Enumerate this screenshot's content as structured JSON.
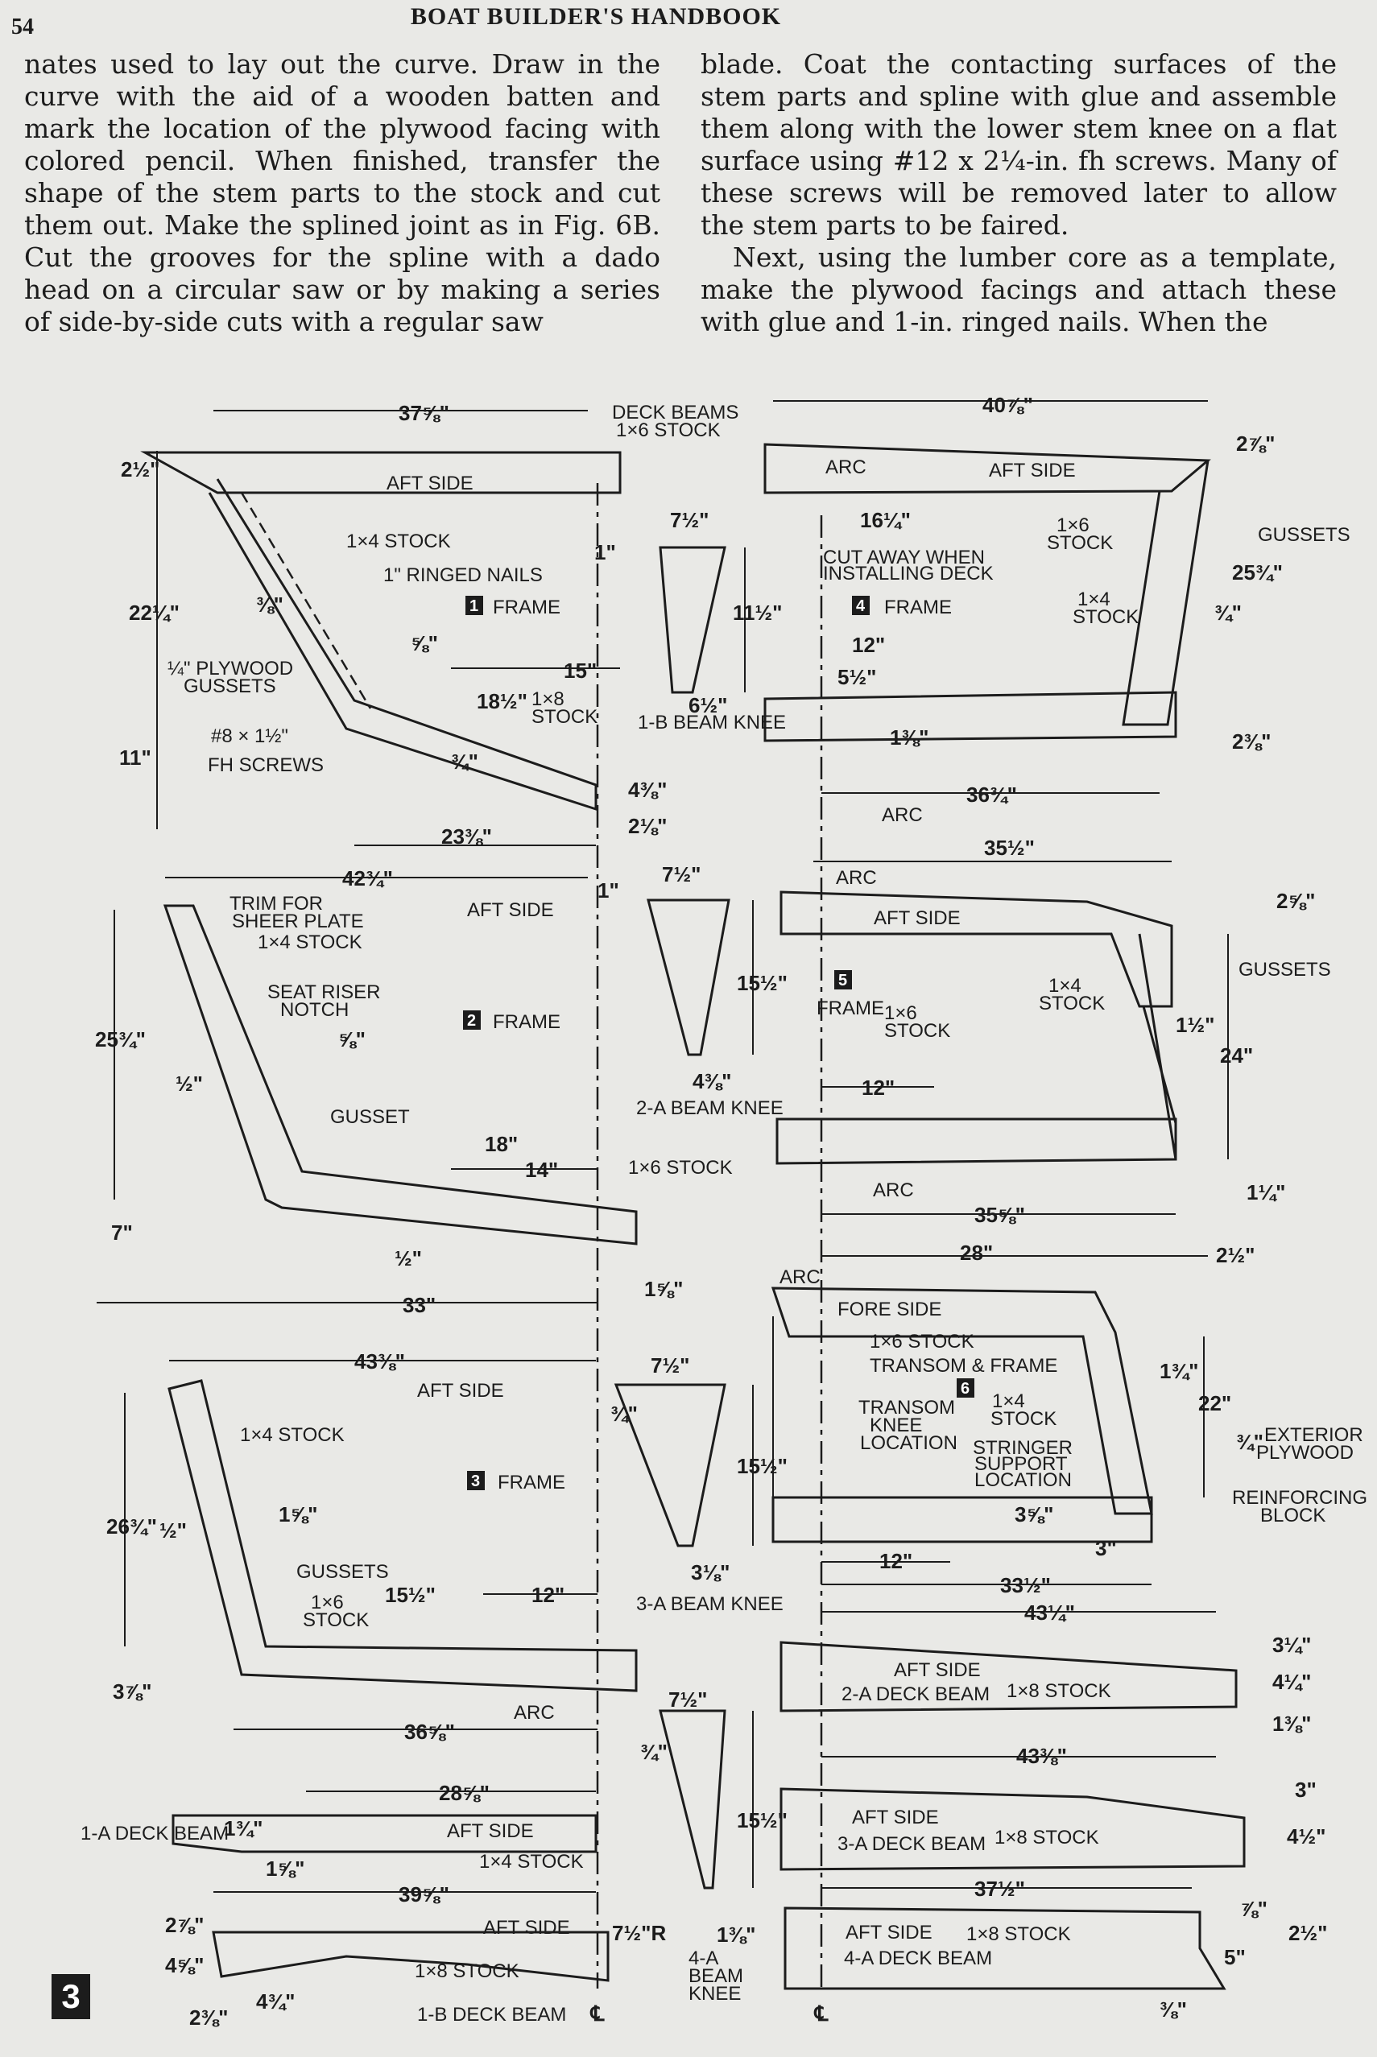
{
  "header": {
    "page_number": "54",
    "running_head": "BOAT BUILDER'S HANDBOOK"
  },
  "text": {
    "left_column": "nates used to lay out the curve. Draw in the curve with the aid of a wooden batten and mark the location of the plywood facing with colored pencil. When finished, transfer the shape of the stem parts to the stock and cut them out. Make the splined joint as in Fig. 6B. Cut the grooves for the spline with a dado head on a circular saw or by making a series of side-by-side cuts with a regular saw",
    "right_column_p1": "blade. Coat the contacting surfaces of the stem parts and spline with glue and assemble them along with the lower stem knee on a flat surface using #12 x 2¼-in. fh screws. Many of these screws will be removed later to allow the stem parts to be faired.",
    "right_column_p2": "Next, using the lumber core as a template, make the plywood facings and attach these with glue and 1-in. ringed nails. When the"
  },
  "figure": {
    "number": "3",
    "frames": {
      "f1": {
        "badge": "1",
        "title": "FRAME",
        "aft": "AFT SIDE",
        "deck": "DECK BEAMS",
        "deck2": "1×6 STOCK",
        "stock": "1×4 STOCK",
        "nails": "1\" RINGED NAILS",
        "gus1": "¼\" PLYWOOD",
        "gus2": "GUSSETS",
        "scr1": "#8 × 1½\"",
        "scr2": "FH SCREWS",
        "s18": "1×8",
        "s18b": "STOCK",
        "d_top": "37⅝\"",
        "d_side": "2½\"",
        "d_h": "22¼\"",
        "d_lo": "11\"",
        "d_15": "15\"",
        "d_185": "18½\"",
        "d_238": "23⅜\"",
        "d_438": "4⅜\"",
        "d_38": "⅜\"",
        "d_58": "⅝\"",
        "d_34": "¾\"",
        "d_2": "2⅛\""
      },
      "f2": {
        "badge": "2",
        "title": "FRAME",
        "aft": "AFT SIDE",
        "trim1": "TRIM FOR",
        "trim2": "SHEER PLATE",
        "stock": "1×4 STOCK",
        "seat1": "SEAT RISER",
        "seat2": "NOTCH",
        "gusset": "GUSSET",
        "s16": "1×6 STOCK",
        "d_top": "42¾\"",
        "d_h": "25¾\"",
        "d_half": "½\"",
        "d_58": "⅝\"",
        "d_18": "18\"",
        "d_14": "14\"",
        "d_7": "7\"",
        "d_33": "33\"",
        "d_158": "1⅝\""
      },
      "f3": {
        "badge": "3",
        "title": "FRAME",
        "aft": "AFT SIDE",
        "stock": "1×4 STOCK",
        "gussets": "GUSSETS",
        "s16a": "1×6",
        "s16b": "STOCK",
        "arc": "ARC",
        "d_top": "43⅜\"",
        "d_h": "26¾\"",
        "d_half": "½\"",
        "d_158": "1⅝\"",
        "d_155": "15½\"",
        "d_12": "12\"",
        "d_378": "3⅞\"",
        "d_3658": "36⅝\""
      },
      "f4": {
        "badge": "4",
        "title": "FRAME",
        "arc": "ARC",
        "aft": "AFT SIDE",
        "cut1": "CUT AWAY WHEN",
        "cut2": "INSTALLING DECK",
        "s16a": "1×6",
        "s16b": "STOCK",
        "s14a": "1×4",
        "s14b": "STOCK",
        "gussets": "GUSSETS",
        "d_top": "40⅞\"",
        "d_278": "2⅞\"",
        "d_16": "16¼\"",
        "d_12": "12\"",
        "d_55": "5½\"",
        "d_138": "1⅜\"",
        "d_2534": "25¾\"",
        "d_34": "¾\"",
        "d_238": "2⅜\"",
        "d_3634": "36¾\""
      },
      "f5": {
        "badge": "5",
        "title": "FRAME",
        "arc": "ARC",
        "aft": "AFT SIDE",
        "s16a": "1×6",
        "s16b": "STOCK",
        "s14a": "1×4",
        "s14b": "STOCK",
        "gussets": "GUSSETS",
        "d_top": "35½\"",
        "d_258": "2⅝\"",
        "d_15": "1½\"",
        "d_24": "24\"",
        "d_12": "12\"",
        "d_358": "35⅝\"",
        "d_114": "1¼\""
      },
      "f6": {
        "badge": "6",
        "title": "TRANSOM & FRAME",
        "arc": "ARC",
        "fore": "FORE SIDE",
        "s16": "1×6 STOCK",
        "tk1": "TRANSOM",
        "tk2": "KNEE",
        "tk3": "LOCATION",
        "ss1": "STRINGER",
        "ss2": "SUPPORT",
        "ss3": "LOCATION",
        "s14a": "1×4",
        "s14b": "STOCK",
        "ext1": "EXTERIOR",
        "ext2": "PLYWOOD",
        "rb1": "REINFORCING",
        "rb2": "BLOCK",
        "d_28": "28\"",
        "d_212": "2½\"",
        "d_134": "1¾\"",
        "d_22": "22\"",
        "d_34": "¾\"",
        "d_12": "12\"",
        "d_358": "3⅝\"",
        "d_3": "3\"",
        "d_3312": "33½\""
      }
    },
    "knees": {
      "k1b": {
        "title": "1-B BEAM KNEE",
        "d_w": "7½\"",
        "d_h": "11½\"",
        "d_b": "6½\"",
        "d_1": "1\""
      },
      "k2a": {
        "title": "2-A BEAM KNEE",
        "d_w": "7½\"",
        "d_h": "15½\"",
        "d_b": "4⅜\"",
        "d_1": "1\""
      },
      "k3a": {
        "title": "3-A BEAM KNEE",
        "d_w": "7½\"",
        "d_h": "15½\"",
        "d_b": "3⅛\"",
        "d_34": "¾\""
      },
      "k4a": {
        "title1": "4-A",
        "title2": "BEAM",
        "title3": "KNEE",
        "d_w": "7½\"",
        "d_h": "15½\"",
        "d_34": "¾\"",
        "d_r": "7½\"R",
        "d_b": "1⅜\""
      }
    },
    "deck_beams": {
      "b1a": {
        "title": "1-A DECK BEAM",
        "aft": "AFT SIDE",
        "stock": "1×4 STOCK",
        "d_top": "28⅝\"",
        "d_134": "1¾\"",
        "d_158": "1⅝\"",
        "d_bot": "39⅝\""
      },
      "b1b": {
        "title": "1-B DECK BEAM",
        "aft": "AFT SIDE",
        "stock": "1×8 STOCK",
        "d_278": "2⅞\"",
        "d_458": "4⅝\"",
        "d_238": "2⅜\"",
        "d_434": "4¾\""
      },
      "b2a": {
        "title": "2-A DECK BEAM",
        "aft": "AFT SIDE",
        "stock": "1×8 STOCK",
        "d_top": "43¼\"",
        "d_314": "3¼\"",
        "d_414": "4¼\"",
        "d_138": "1⅜\""
      },
      "b3a": {
        "title": "3-A DECK BEAM",
        "aft": "AFT SIDE",
        "stock": "1×8 STOCK",
        "d_top": "43⅜\"",
        "d_3": "3\"",
        "d_412": "4½\""
      },
      "b4a": {
        "title": "4-A DECK BEAM",
        "aft": "AFT SIDE",
        "stock": "1×8 STOCK",
        "d_top": "37½\"",
        "d_78": "⅞\"",
        "d_212": "2½\"",
        "d_5": "5\"",
        "d_38": "⅜\""
      }
    }
  }
}
